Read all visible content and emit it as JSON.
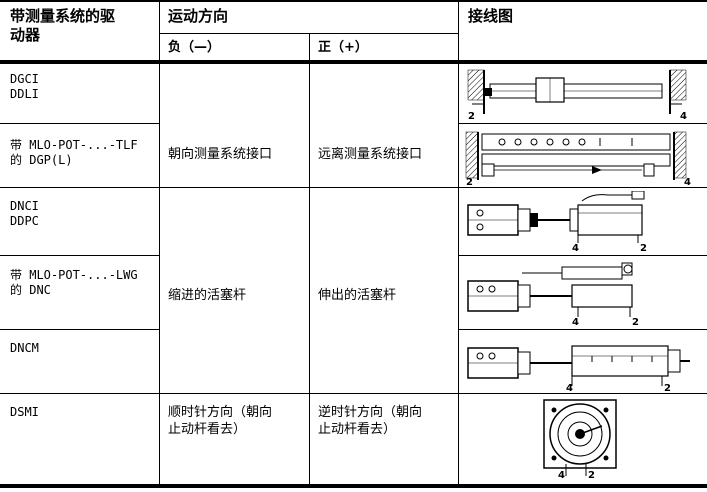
{
  "header": {
    "col1": "带测量系统的驱动器",
    "col1_line1": "带测量系统的驱",
    "col1_line2": "动器",
    "motion": "运动方向",
    "neg": "负（—）",
    "pos": "正（+）",
    "wiring": "接线图"
  },
  "rows": [
    {
      "drive_lines": [
        "DGCI",
        "DDLI"
      ]
    },
    {
      "drive_lines": [
        "带 MLO-POT-...-TLF",
        "的 DGP(L)"
      ]
    },
    {
      "drive_lines": [
        "DNCI",
        "DDPC"
      ]
    },
    {
      "drive_lines": [
        "带 MLO-POT-...-LWG",
        "的 DNC"
      ]
    },
    {
      "drive_lines": [
        "DNCM"
      ]
    },
    {
      "drive_lines": [
        "DSMI"
      ]
    }
  ],
  "groups": {
    "g1": {
      "neg": "朝向测量系统接口",
      "pos": "远离测量系统接口"
    },
    "g2": {
      "neg": "缩进的活塞杆",
      "pos": "伸出的活塞杆"
    },
    "g3": {
      "neg_lines": [
        "顺时针方向（朝向",
        "止动杆看去）"
      ],
      "pos_lines": [
        "逆时针方向（朝向",
        "止动杆看去）"
      ]
    }
  },
  "diagram_labels": {
    "left": "2",
    "right": "4"
  }
}
